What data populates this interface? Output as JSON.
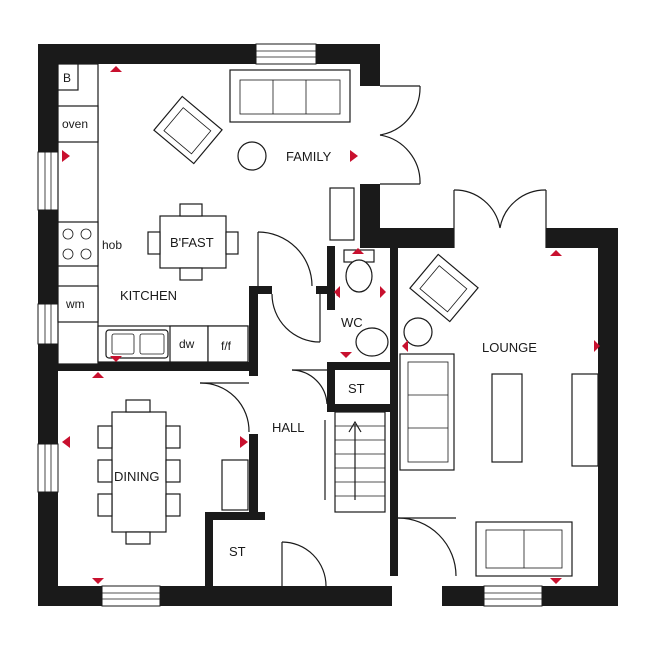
{
  "rooms": {
    "family": "FAMILY",
    "kitchen": "KITCHEN",
    "breakfast": "B'FAST",
    "dining": "DINING",
    "hall": "HALL",
    "wc": "WC",
    "lounge": "LOUNGE",
    "store_upper": "ST",
    "store_lower": "ST"
  },
  "fixtures": {
    "boiler": "B",
    "oven": "oven",
    "hob": "hob",
    "washing_machine": "wm",
    "dishwasher": "dw",
    "fridge_freezer": "f/f"
  },
  "colors": {
    "wall": "#1a1a1a",
    "marker": "#c8102e",
    "background": "#ffffff"
  }
}
